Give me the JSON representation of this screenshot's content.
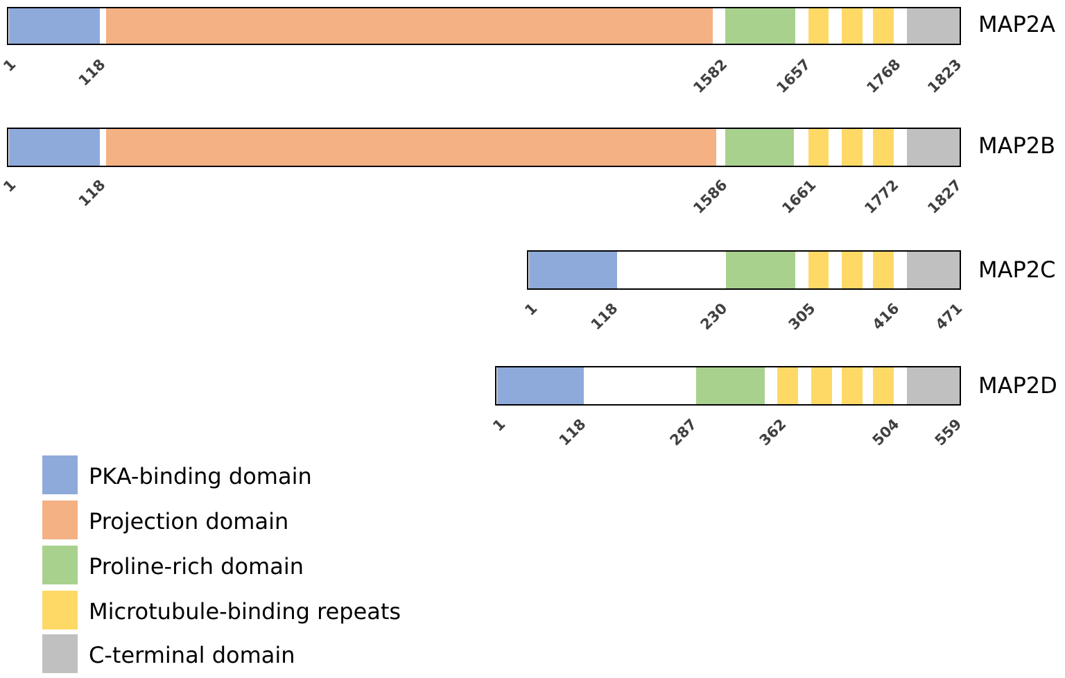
{
  "colors": {
    "pka": "#8eaadb",
    "projection": "#f4b183",
    "proline": "#a9d18e",
    "mtbr": "#ffd966",
    "cterm": "#c0c0c0",
    "outline": "#000000",
    "tick_text": "#404040"
  },
  "isoforms": [
    {
      "name": "MAP2A",
      "length": 1823,
      "ticks": [
        "1",
        "118",
        "1582",
        "1657",
        "1768",
        "1823"
      ],
      "domains": [
        "pka",
        "projection",
        "proline",
        "mtbr",
        "mtbr",
        "mtbr",
        "cterm"
      ]
    },
    {
      "name": "MAP2B",
      "length": 1827,
      "ticks": [
        "1",
        "118",
        "1586",
        "1661",
        "1772",
        "1827"
      ],
      "domains": [
        "pka",
        "projection",
        "proline",
        "mtbr",
        "mtbr",
        "mtbr",
        "cterm"
      ]
    },
    {
      "name": "MAP2C",
      "length": 471,
      "ticks": [
        "1",
        "118",
        "230",
        "305",
        "416",
        "471"
      ],
      "domains": [
        "pka",
        "proline",
        "mtbr",
        "mtbr",
        "mtbr",
        "cterm"
      ]
    },
    {
      "name": "MAP2D",
      "length": 559,
      "ticks": [
        "1",
        "118",
        "287",
        "362",
        "504",
        "559"
      ],
      "domains": [
        "pka",
        "proline",
        "mtbr",
        "mtbr",
        "mtbr",
        "mtbr",
        "cterm"
      ]
    }
  ],
  "legend": [
    {
      "key": "pka",
      "label": "PKA-binding domain"
    },
    {
      "key": "projection",
      "label": "Projection domain"
    },
    {
      "key": "proline",
      "label": "Proline-rich domain"
    },
    {
      "key": "mtbr",
      "label": "Microtubule-binding repeats"
    },
    {
      "key": "cterm",
      "label": "C-terminal domain"
    }
  ]
}
